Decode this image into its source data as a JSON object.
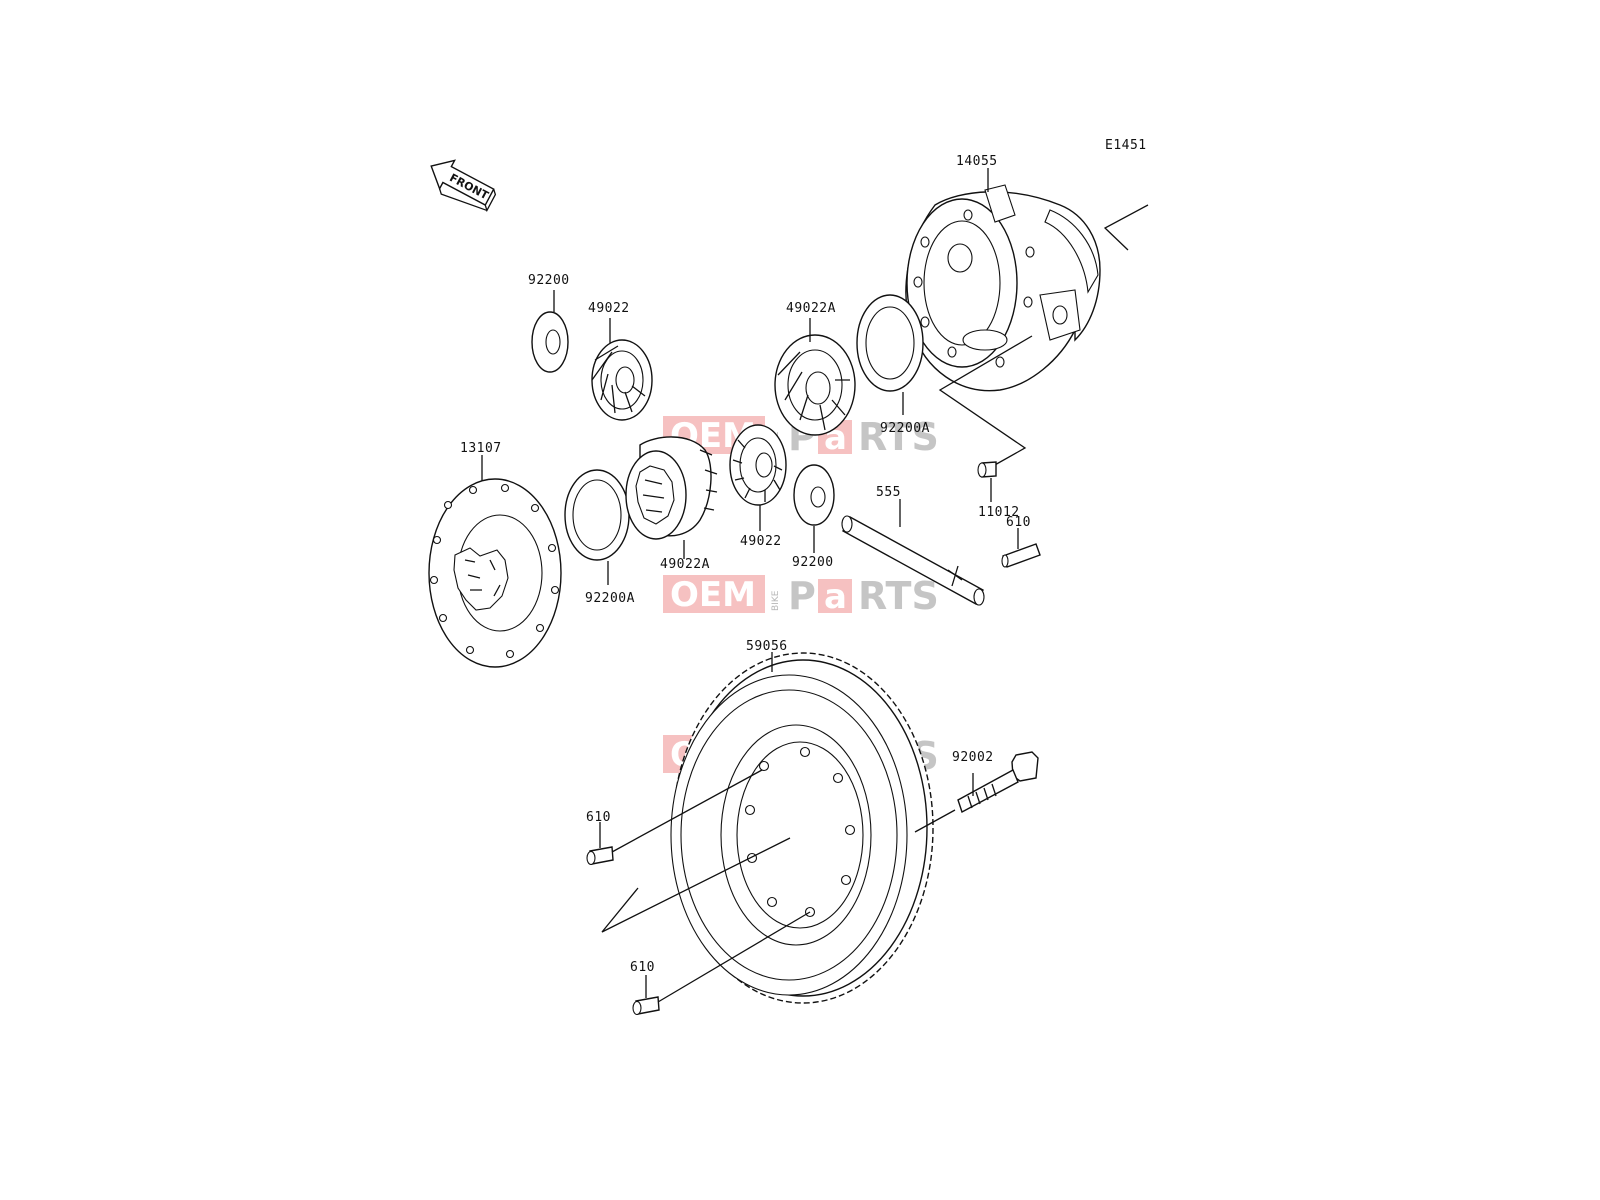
{
  "diagram": {
    "code": "E1451",
    "front_label": "FRONT",
    "watermark": {
      "oem": "OEM",
      "bike": "BIKE",
      "p": "P",
      "a": "a",
      "rts": "RTS"
    },
    "callouts": [
      {
        "id": "14055",
        "text": "14055"
      },
      {
        "id": "92200-tl",
        "text": "92200"
      },
      {
        "id": "49022-tl",
        "text": "49022"
      },
      {
        "id": "49022A-tr",
        "text": "49022A"
      },
      {
        "id": "92200A-r",
        "text": "92200A"
      },
      {
        "id": "11012",
        "text": "11012"
      },
      {
        "id": "610-r",
        "text": "610"
      },
      {
        "id": "555",
        "text": "555"
      },
      {
        "id": "13107",
        "text": "13107"
      },
      {
        "id": "49022-m",
        "text": "49022"
      },
      {
        "id": "92200-m",
        "text": "92200"
      },
      {
        "id": "49022A-m",
        "text": "49022A"
      },
      {
        "id": "92200A-l",
        "text": "92200A"
      },
      {
        "id": "59056",
        "text": "59056"
      },
      {
        "id": "92002",
        "text": "92002"
      },
      {
        "id": "610-l1",
        "text": "610"
      },
      {
        "id": "610-l2",
        "text": "610"
      }
    ]
  }
}
